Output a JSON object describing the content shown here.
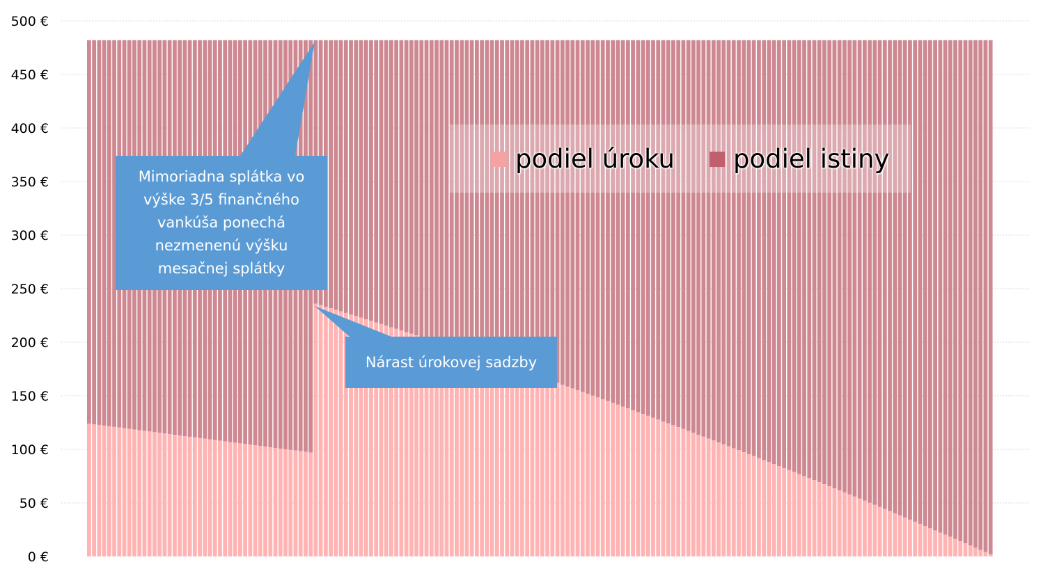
{
  "chart_data": {
    "type": "bar",
    "stacked": true,
    "x_count": 180,
    "ylim": [
      0,
      500
    ],
    "y_ticks": [
      0,
      50,
      100,
      150,
      200,
      250,
      300,
      350,
      400,
      450,
      500
    ],
    "y_tick_labels": [
      "0 €",
      "50 €",
      "100 €",
      "150 €",
      "200 €",
      "250 €",
      "300 €",
      "350 €",
      "400 €",
      "450 €",
      "500 €"
    ],
    "grid": "horizontal dotted",
    "legend_position": "top-right inside plot",
    "monthly_payment": 482,
    "series": [
      {
        "name": "podiel úroku",
        "color": "#ffb3b3",
        "segments": [
          {
            "from_index": 0,
            "to_index": 44,
            "start_value": 124,
            "end_value": 97
          },
          {
            "from_index": 45,
            "to_index": 179,
            "start_value": 236,
            "end_value": 2
          }
        ]
      },
      {
        "name": "podiel istiny",
        "color": "#cd8891",
        "rule": "monthly_payment minus podiel úroku"
      }
    ],
    "annotations": [
      {
        "text": "Mimoriadna splátka vo výške 3/5 finančného vankúša ponechá nezmenenú výšku mesačnej splátky",
        "points_to_index": 44
      },
      {
        "text": "Nárast úrokovej sadzby",
        "points_to_index": 45
      }
    ]
  },
  "legend": {
    "interest_label": "podiel úroku",
    "principal_label": "podiel istiny",
    "interest_color": "#f4a3a3",
    "principal_color": "#c0606e"
  }
}
